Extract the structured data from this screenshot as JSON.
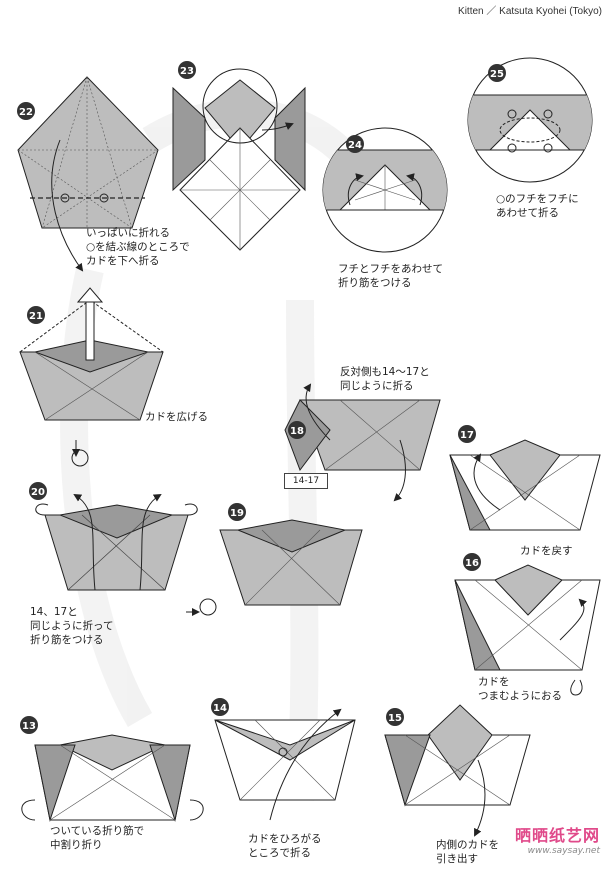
{
  "header": {
    "credit": "Kitten ／ Katsuta Kyohei (Tokyo)"
  },
  "steps": [
    {
      "n": "22",
      "caption": [
        "いっぱいに折れる",
        "○を結ぶ線のところで",
        "カドを下へ折る"
      ]
    },
    {
      "n": "23",
      "caption": []
    },
    {
      "n": "24",
      "caption": [
        "フチとフチをあわせて",
        "折り筋をつける"
      ]
    },
    {
      "n": "25",
      "caption": [
        "○のフチをフチに",
        "あわせて折る"
      ]
    },
    {
      "n": "21",
      "caption": [
        "カドを広げる"
      ]
    },
    {
      "n": "18",
      "caption": [
        "反対側も14～17と",
        "同じように折る"
      ],
      "ref": "14-17"
    },
    {
      "n": "17",
      "caption": [
        "カドを戻す"
      ]
    },
    {
      "n": "20",
      "caption": [
        "14、17と",
        "同じように折って",
        "折り筋をつける"
      ]
    },
    {
      "n": "19",
      "caption": []
    },
    {
      "n": "16",
      "caption": [
        "カドを",
        "つまむようにおる"
      ]
    },
    {
      "n": "13",
      "caption": [
        "ついている折り筋で",
        "中割り折り"
      ]
    },
    {
      "n": "14",
      "caption": [
        "カドをひろがる",
        "ところで折る"
      ]
    },
    {
      "n": "15",
      "caption": [
        "内側のカドを",
        "引き出す"
      ]
    }
  ],
  "watermark": {
    "brand": "晒晒纸艺网",
    "url": "www.saysay.net"
  },
  "colors": {
    "paper": "#bdbdbd",
    "paper_dark": "#9a9a9a",
    "line": "#222222",
    "accent": "#e04a8a"
  }
}
